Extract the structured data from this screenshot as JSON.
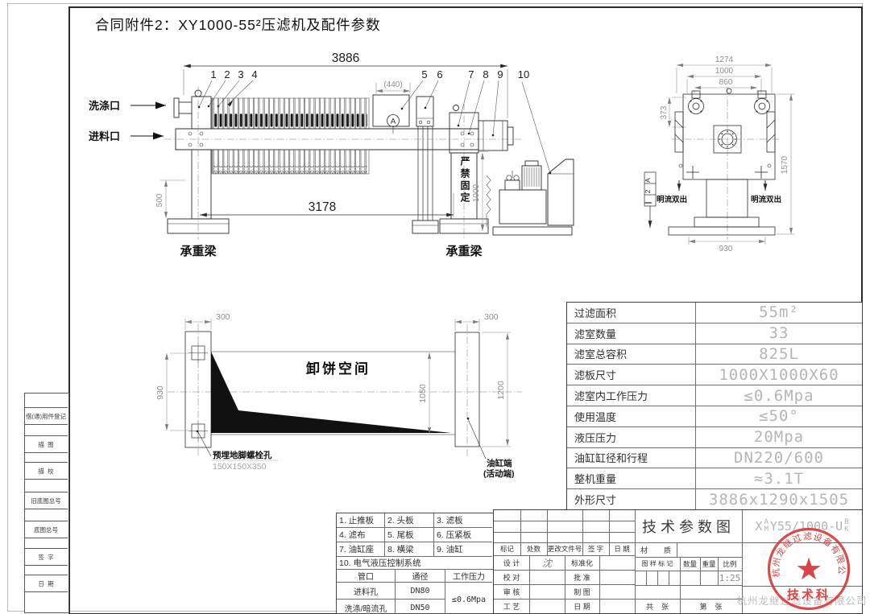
{
  "sheet": {
    "title": "合同附件2：XY1000-55²压滤机及配件参数"
  },
  "front_view": {
    "dim_overall": "3886",
    "dim_span": "3178",
    "dim_440": "(440)",
    "dim_500": "500",
    "dim_1000": "1000",
    "label_wash_port": "洗涤口",
    "label_feed_port": "进料口",
    "label_beam_left": "承重梁",
    "label_beam_right": "承重梁",
    "label_no_fixing": "严禁固定",
    "detail_mark": "A",
    "callouts": [
      "1",
      "2",
      "3",
      "4",
      "5",
      "6",
      "7",
      "8",
      "9",
      "10"
    ]
  },
  "end_view": {
    "dim_1274": "1274",
    "dim_1000": "1000",
    "dim_860": "860",
    "dim_373": "373",
    "dim_1570": "1570",
    "dim_930": "930",
    "label_outlet_left": "明流双出",
    "label_outlet_right": "明流双出",
    "tol_sym": "∥",
    "tol_val": "2",
    "tol_ref": "A"
  },
  "foundation_view": {
    "dim_300_left": "300",
    "dim_300_right": "300",
    "dim_930": "930",
    "dim_1050": "1050",
    "dim_1200": "1200",
    "label_space": "卸饼空间",
    "label_bolt_line1": "预埋地脚螺栓孔",
    "label_bolt_line2": "150X150X350",
    "label_cylinder_line1": "油缸端",
    "label_cylinder_line2": "(活动端)"
  },
  "param_table": {
    "rows": [
      {
        "label": "过滤面积",
        "value": "55m²"
      },
      {
        "label": "滤室数量",
        "value": "33"
      },
      {
        "label": "滤室总容积",
        "value": "825L"
      },
      {
        "label": "滤板尺寸",
        "value": "1000X1000X60"
      },
      {
        "label": "滤室内工作压力",
        "value": "≤0.6Mpa"
      },
      {
        "label": "使用温度",
        "value": "≤50°"
      },
      {
        "label": "液压压力",
        "value": "20Mpa"
      },
      {
        "label": "油缸缸径和行程",
        "value": "DN220/600"
      },
      {
        "label": "整机重量",
        "value": "≈3.1T"
      },
      {
        "label": "外形尺寸",
        "value": "3886x1290x1505"
      }
    ]
  },
  "parts_list": {
    "items": [
      "1. 止推板",
      "2. 头板",
      "3. 滤板",
      "4. 滤布",
      "5. 尾板",
      "6. 压紧板",
      "7. 油缸座",
      "8. 横梁",
      "9. 油缸"
    ],
    "item_10": "10. 电气液压控制系统",
    "port_header": [
      "管口",
      "通径",
      "工作压力"
    ],
    "port_rows": [
      {
        "name": "进料孔",
        "size": "DN80"
      },
      {
        "name": "洗涤/暗流孔",
        "size": "DN50"
      }
    ],
    "working_pressure": "≤0.6Mpa"
  },
  "title_block": {
    "drawing_title": "技术参数图",
    "model_prefix": "X",
    "model_stack1_top": "A",
    "model_stack1_bottom": "M",
    "model_mid": "Y55/1000-U",
    "model_stack2_top": "B",
    "model_stack2_bottom": "K",
    "rev_cols": [
      "标记",
      "处数",
      "更改文件号",
      "签 字",
      "日 期"
    ],
    "roles_left": [
      "设 计",
      "校 对",
      "审 核",
      "工 艺"
    ],
    "design_signature": "沈",
    "roles_right": [
      "标准化",
      "批 准",
      "制 图",
      "日 期"
    ],
    "material_label": "材        质",
    "mark_label": "图 样 标 记",
    "qty_label": "数量",
    "weight_label": "重量",
    "scale_label": "比例",
    "scale_value": "1:25",
    "sheet_total_label": "共    张",
    "sheet_index_label": "第    张",
    "company_name": "杭州龙继过滤设备有限公司",
    "stamp_ring_text": "杭州龙继过滤设备有限公司",
    "stamp_dept": "技术科",
    "stamp_star": "★"
  },
  "margin_block": {
    "labels": [
      "借(通)用件登记",
      "描  图",
      "描  校",
      "旧底图总号",
      "底图总号",
      "签  字",
      "日  期"
    ]
  },
  "colors": {
    "stamp_red": "#d93535",
    "cad_gray": "#b2b2b2",
    "line_black": "#2b2b2b"
  }
}
